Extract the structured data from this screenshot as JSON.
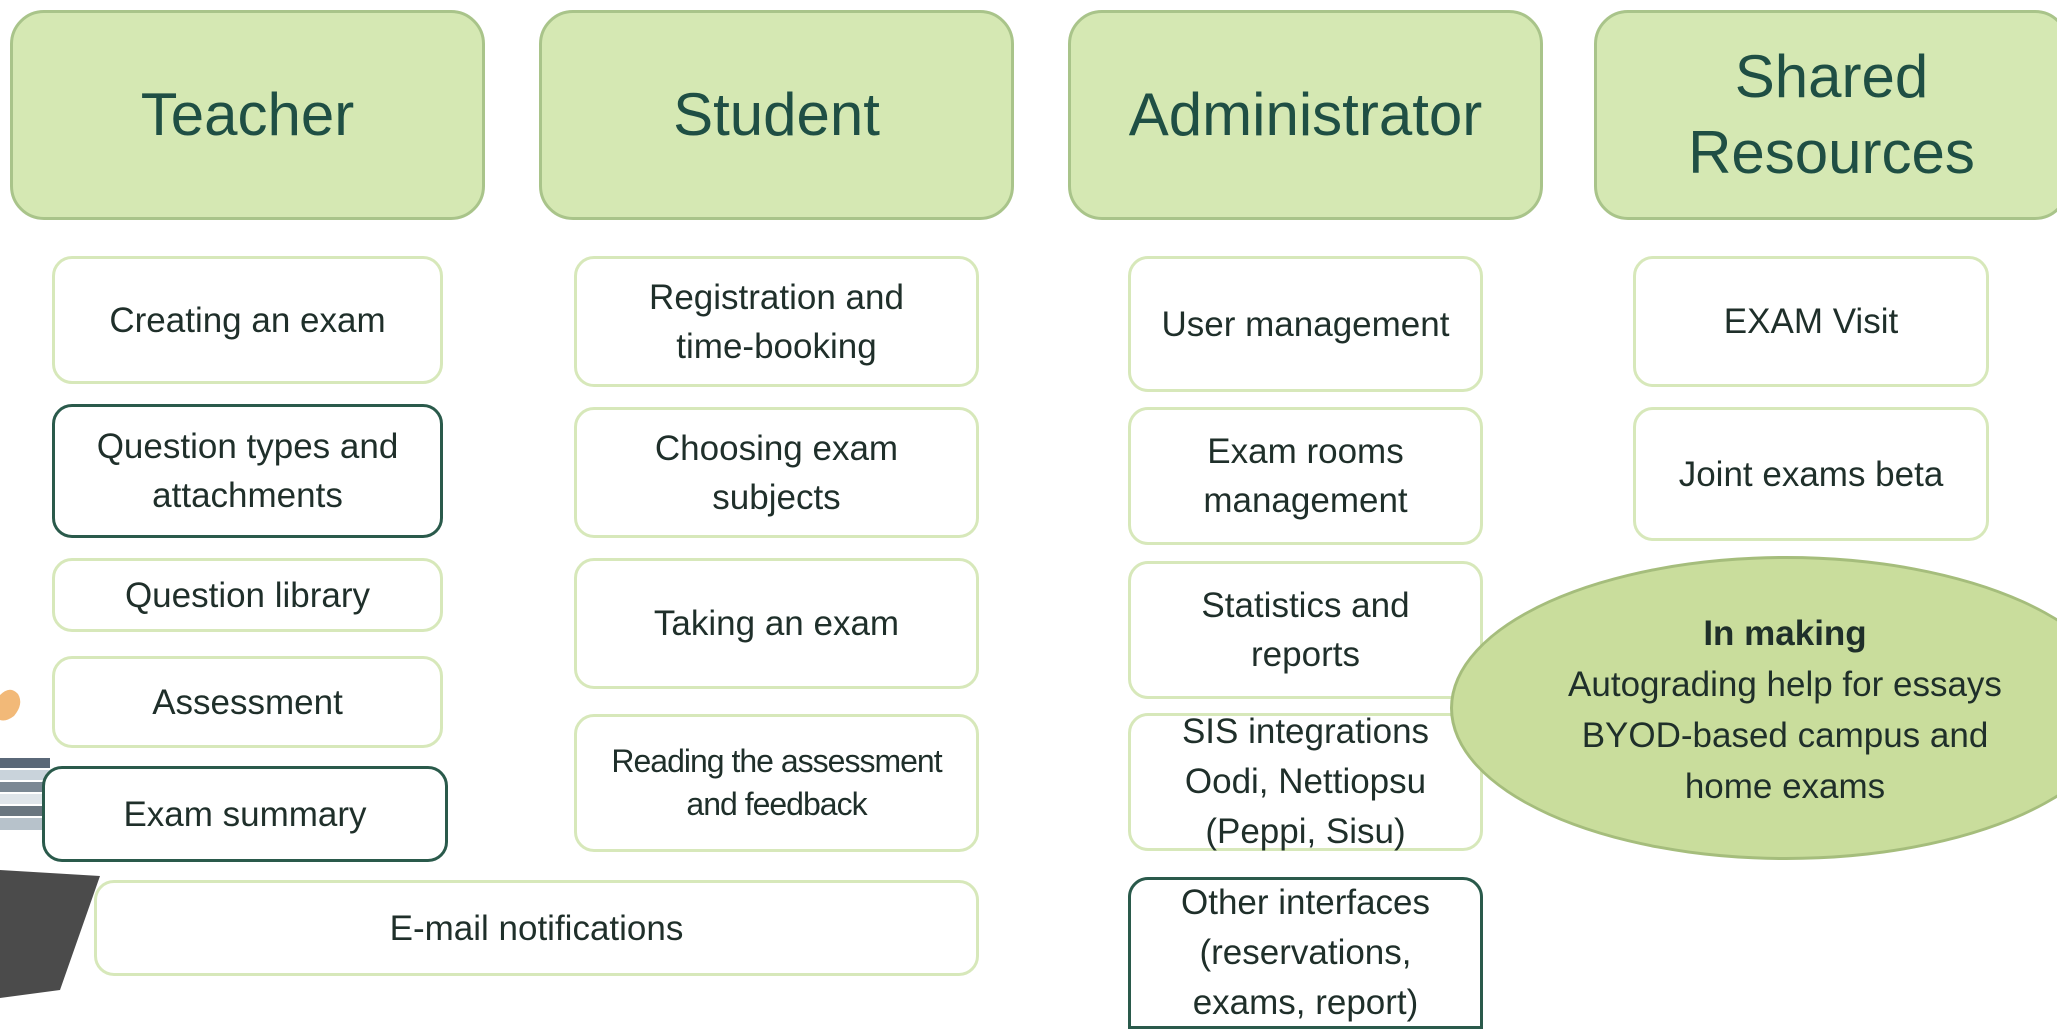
{
  "columns": {
    "teacher": {
      "title": "Teacher",
      "items": [
        "Creating an exam",
        "Question types and\nattachments",
        "Question library",
        "Assessment",
        "Exam summary"
      ]
    },
    "student": {
      "title": "Student",
      "items": [
        "Registration and\ntime-booking",
        "Choosing exam\nsubjects",
        "Taking an exam",
        "Reading the assessment\nand feedback"
      ]
    },
    "administrator": {
      "title": "Administrator",
      "items": [
        "User management",
        "Exam rooms\nmanagement",
        "Statistics and\nreports",
        "SIS  integrations\nOodi, Nettiopsu\n(Peppi, Sisu)",
        "Other interfaces\n(reservations,\nexams, report)"
      ]
    },
    "shared": {
      "title": "Shared\nResources",
      "items": [
        "EXAM Visit",
        "Joint exams beta"
      ]
    }
  },
  "email_notifications": "E-mail notifications",
  "in_making": {
    "title": "In making",
    "lines": [
      "Autograding help for essays",
      "BYOD-based campus and",
      "home exams"
    ]
  },
  "colors": {
    "header_fill": "#d5e8b3",
    "header_border": "#a9c48a",
    "item_border_light": "#d7e8ba",
    "item_border_dark": "#2a5a4b",
    "ellipse_fill": "#c9dd9c",
    "text_heading": "#1f4f44"
  }
}
